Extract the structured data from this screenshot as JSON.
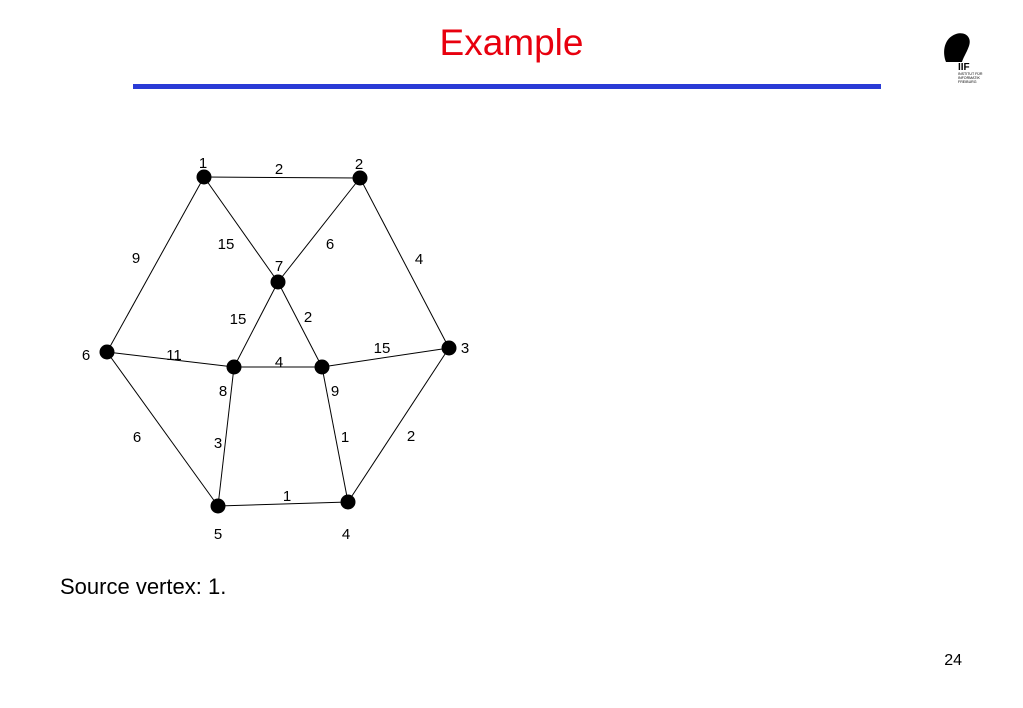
{
  "slide": {
    "title": "Example",
    "caption": "Source vertex: 1.",
    "page_number": "24",
    "title_color": "#e8000e",
    "rule_color": "#2a3bd6"
  },
  "logo": {
    "icon": "iif-freiburg-logo",
    "mark_text": "IIF",
    "lines": [
      "INSTITUT FÜR",
      "INFORMATIK",
      "FREIBURG"
    ]
  },
  "graph": {
    "nodes": [
      {
        "id": "1",
        "label": "1"
      },
      {
        "id": "2",
        "label": "2"
      },
      {
        "id": "3",
        "label": "3"
      },
      {
        "id": "4",
        "label": "4"
      },
      {
        "id": "5",
        "label": "5"
      },
      {
        "id": "6",
        "label": "6"
      },
      {
        "id": "7",
        "label": "7"
      },
      {
        "id": "8",
        "label": "8"
      },
      {
        "id": "9",
        "label": "9"
      }
    ],
    "edges": [
      {
        "from": "1",
        "to": "2",
        "weight": "2"
      },
      {
        "from": "1",
        "to": "7",
        "weight": "15"
      },
      {
        "from": "1",
        "to": "6",
        "weight": "9"
      },
      {
        "from": "2",
        "to": "7",
        "weight": "6"
      },
      {
        "from": "2",
        "to": "3",
        "weight": "4"
      },
      {
        "from": "7",
        "to": "8",
        "weight": "15"
      },
      {
        "from": "7",
        "to": "9",
        "weight": "2"
      },
      {
        "from": "6",
        "to": "8",
        "weight": "11"
      },
      {
        "from": "8",
        "to": "9",
        "weight": "4"
      },
      {
        "from": "9",
        "to": "3",
        "weight": "15"
      },
      {
        "from": "6",
        "to": "5",
        "weight": "6"
      },
      {
        "from": "8",
        "to": "5",
        "weight": "3"
      },
      {
        "from": "9",
        "to": "4",
        "weight": "1"
      },
      {
        "from": "3",
        "to": "4",
        "weight": "2"
      },
      {
        "from": "5",
        "to": "4",
        "weight": "1"
      }
    ]
  }
}
